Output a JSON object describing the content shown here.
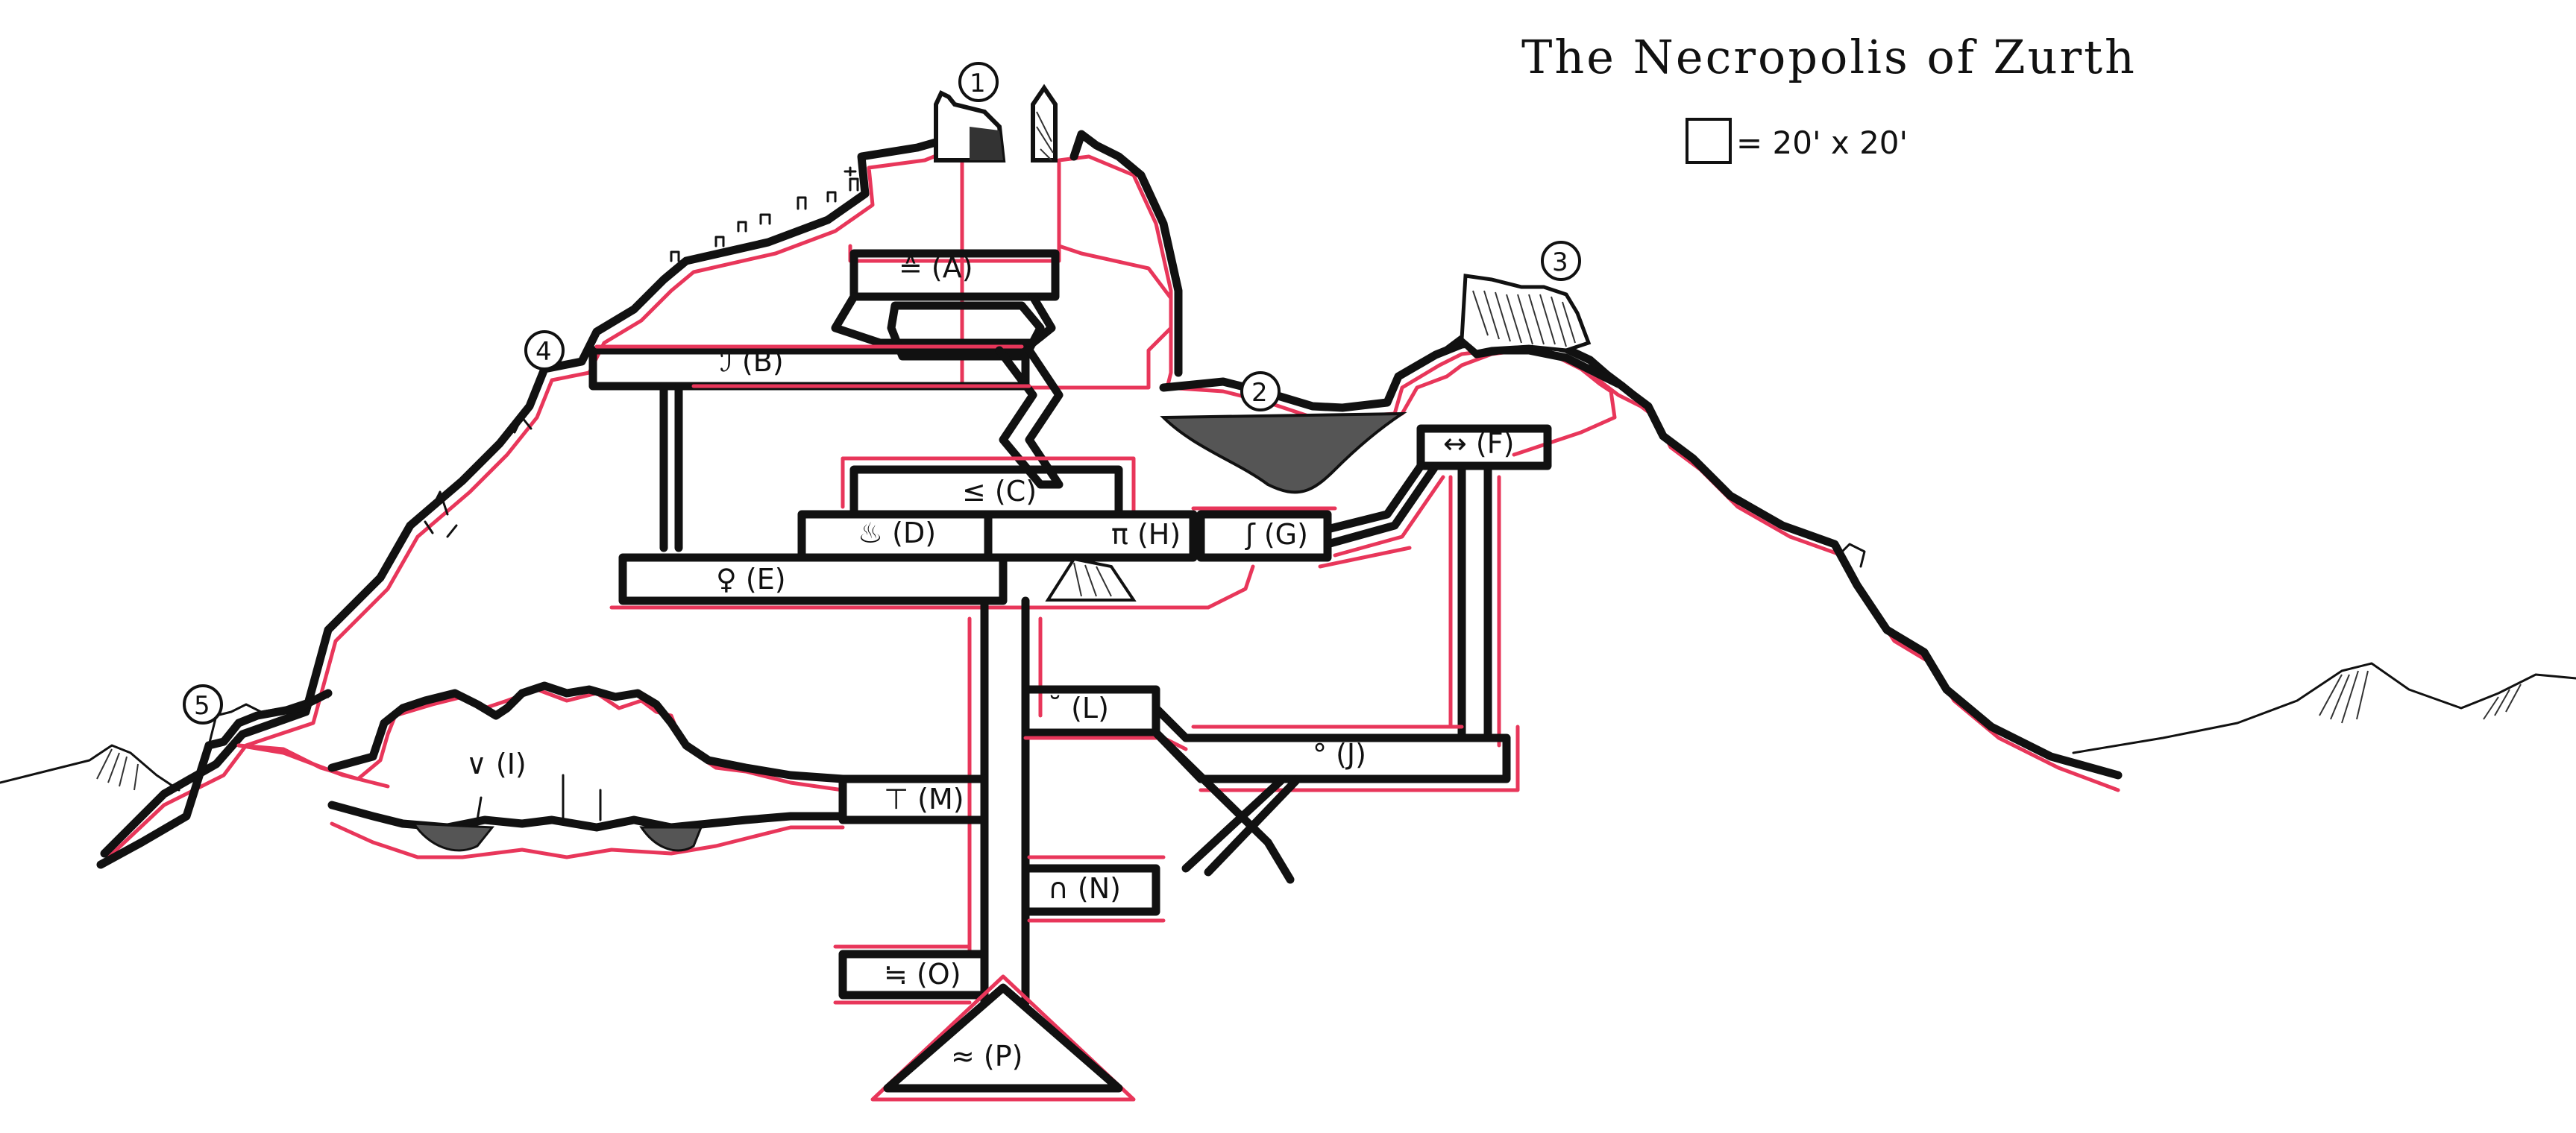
{
  "title": "The Necropolis of Zurth",
  "scale": {
    "text": "= 20' x 20'"
  },
  "markers": [
    "1",
    "2",
    "3",
    "4",
    "5"
  ],
  "rooms": {
    "A": "≙ (A)",
    "B": "ℐ (B)",
    "C": "≤ (C)",
    "D": "♨ (D)",
    "E": "♀ (E)",
    "F": "↔ (F)",
    "G": "ʃ (G)",
    "H": "π (H)",
    "I": "∨ (I)",
    "J": "° (J)",
    "L": "˘ (L)",
    "M": "⊤ (M)",
    "N": "∩ (N)",
    "O": "≒ (O)",
    "P": "≈ (P)"
  },
  "colors": {
    "ink": "#111111",
    "outline": "#e8365a",
    "water": "#555555",
    "paper": "#ffffff"
  }
}
